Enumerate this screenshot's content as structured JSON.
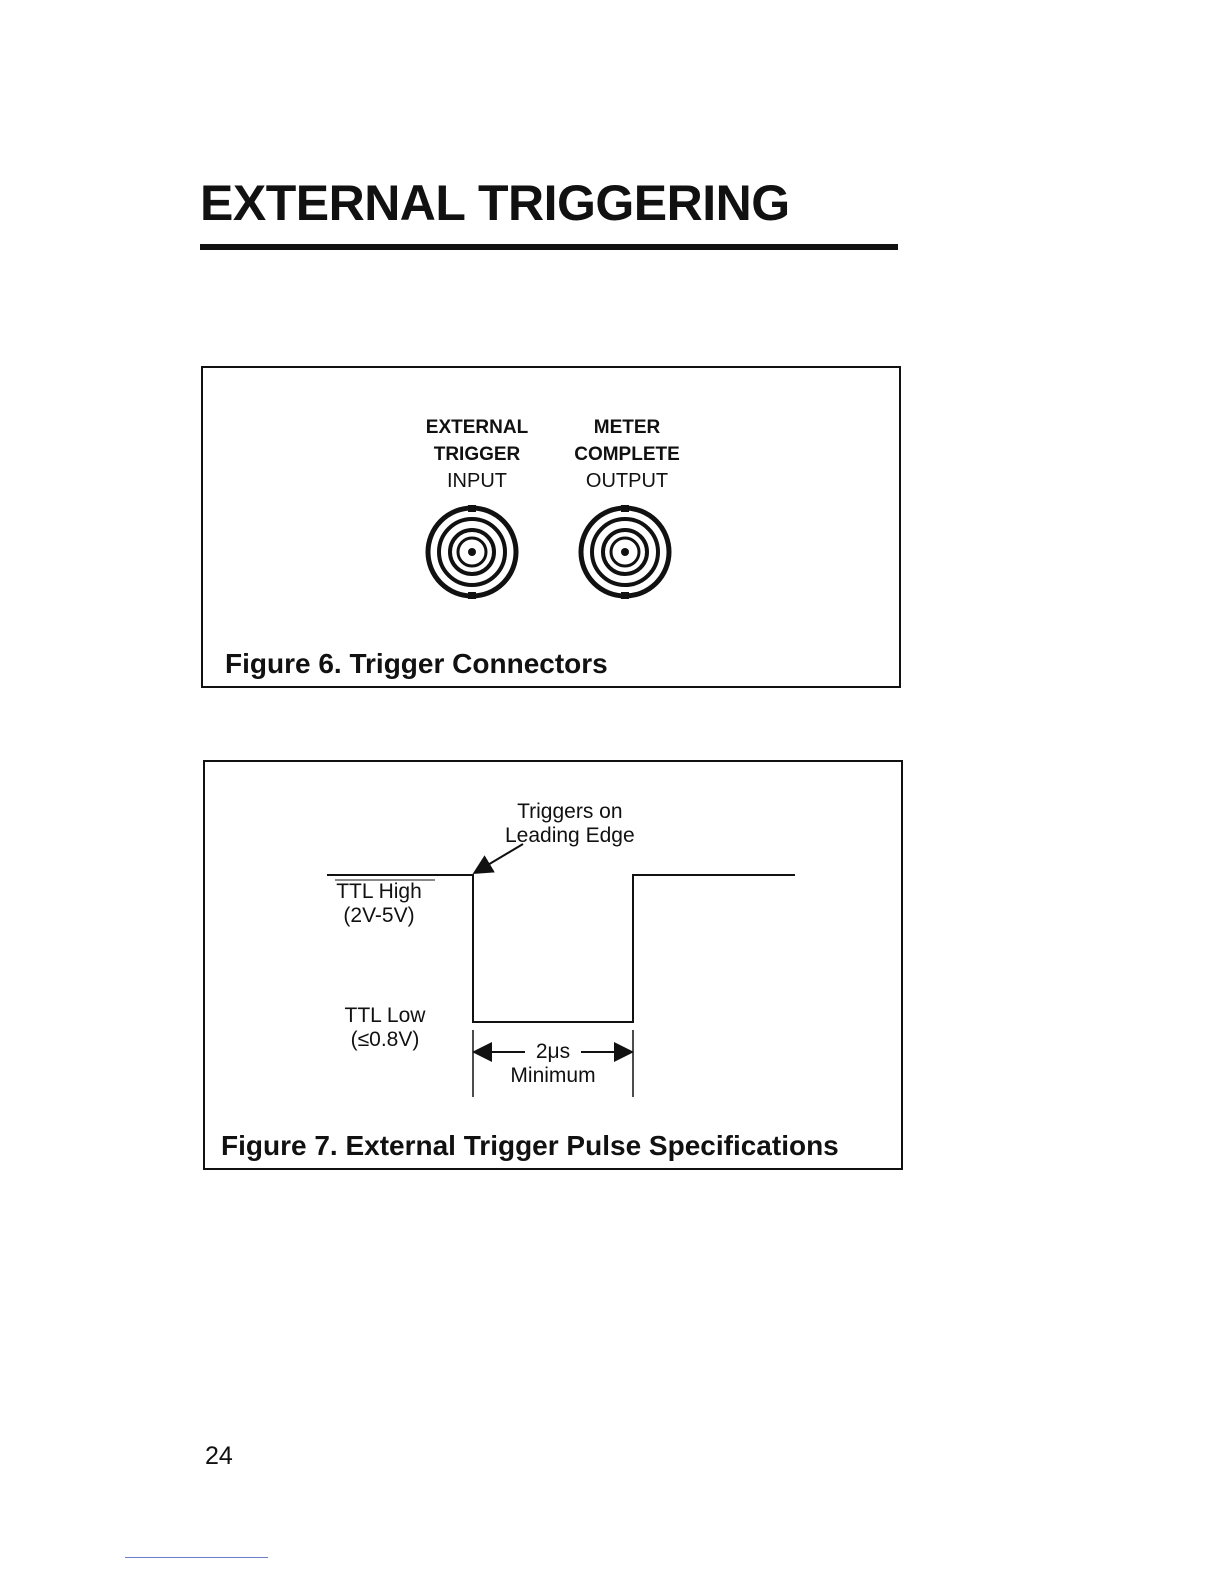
{
  "page": {
    "title": "EXTERNAL TRIGGERING",
    "page_number": "24"
  },
  "figure6": {
    "caption": "Figure 6. Trigger Connectors",
    "connectors": [
      {
        "line1": "EXTERNAL",
        "line2": "TRIGGER",
        "line3": "INPUT",
        "icon": "bnc-connector-icon"
      },
      {
        "line1": "METER",
        "line2": "COMPLETE",
        "line3": "OUTPUT",
        "icon": "bnc-connector-icon"
      }
    ]
  },
  "figure7": {
    "caption": "Figure 7. External Trigger Pulse Specifications",
    "annotation": {
      "line1": "Triggers on",
      "line2": "Leading Edge"
    },
    "high_label": {
      "line1": "TTL High",
      "line2": "(2V-5V)"
    },
    "low_label": {
      "line1": "TTL Low",
      "line2": "(≤0.8V)"
    },
    "width_label": {
      "line1": "2μs",
      "line2": "Minimum"
    }
  }
}
